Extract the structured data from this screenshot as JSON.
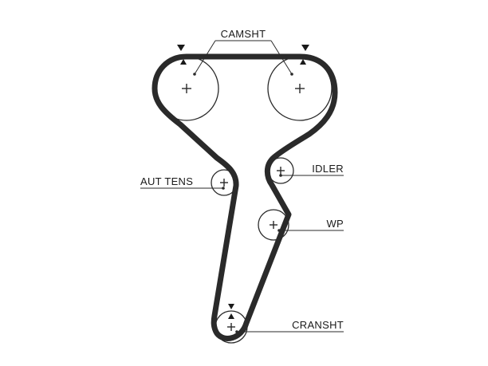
{
  "labels": {
    "camshaft": "CAMSHT",
    "aut_tens": "AUT TENS",
    "idler": "IDLER",
    "water_pump": "WP",
    "crankshaft": "CRANSHT"
  },
  "colors": {
    "belt": "#2a2a2a",
    "line": "#2a2a2a",
    "background": "#ffffff"
  }
}
